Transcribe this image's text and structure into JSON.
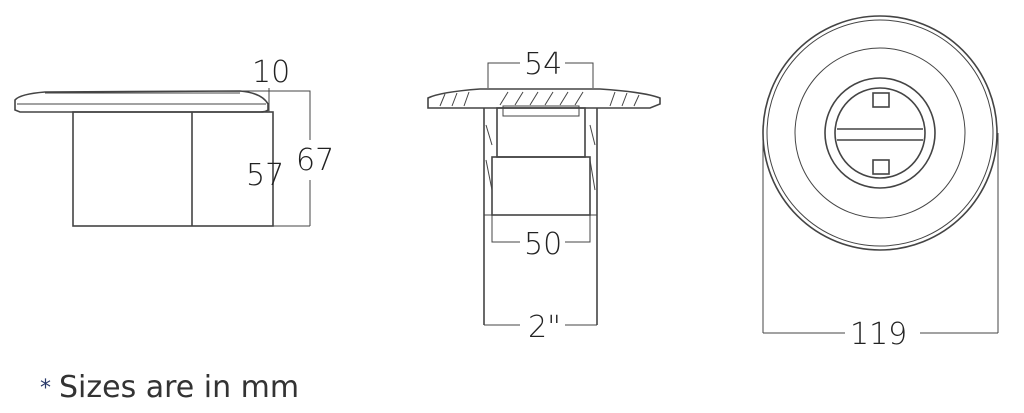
{
  "side_view": {
    "height_total": "67",
    "height_body": "57",
    "flange": "10"
  },
  "section_view": {
    "top_width": "54",
    "inner_width": "50",
    "pipe_size": "2\""
  },
  "front_view": {
    "diameter": "119"
  },
  "note": {
    "marker": "*",
    "text": "Sizes are in mm"
  }
}
